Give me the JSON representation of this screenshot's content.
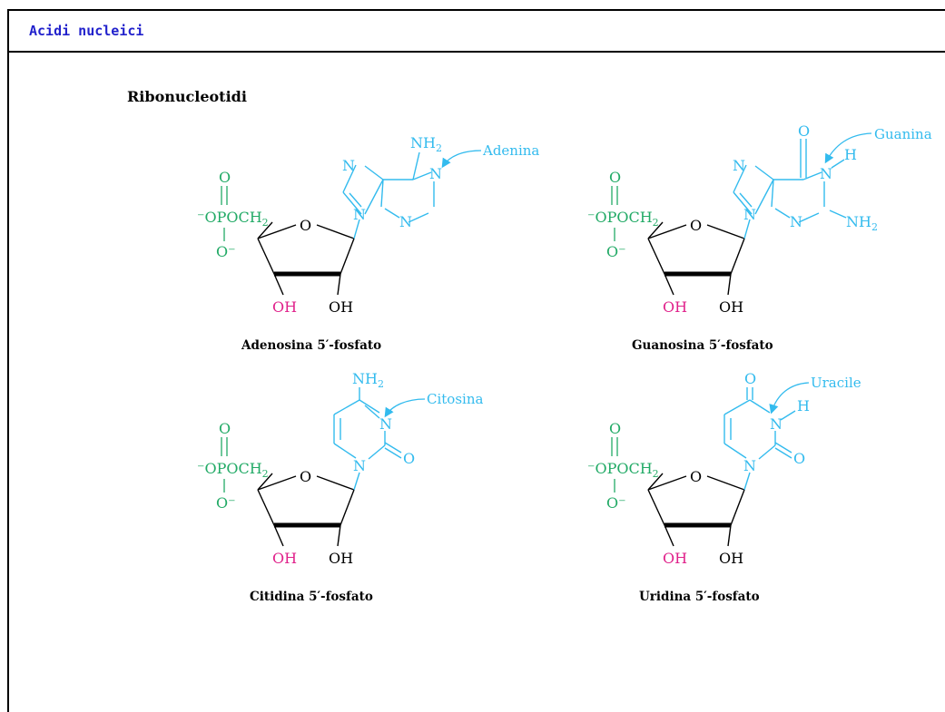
{
  "page": {
    "header_title": "Acidi nucleici",
    "section_title": "Ribonucleotidi"
  },
  "colors": {
    "base": "#33bbee",
    "phosphate": "#22aa66",
    "hydroxyl_3": "#e0208a",
    "black": "#000000"
  },
  "molecules": [
    {
      "caption": "Adenosina 5′-fosfato",
      "base_name": "Adenina",
      "phosphate": {
        "top": "O",
        "left": "⁻OPOCH",
        "sub": "2",
        "bottom": "O⁻"
      },
      "ring_o": "O",
      "oh3": "OH",
      "oh2": "OH",
      "atoms": {
        "nh2": "NH",
        "n1": "N",
        "n3": "N",
        "n7": "N",
        "n9": "N",
        "nh2_sub": "2"
      }
    },
    {
      "caption": "Guanosina 5′-fosfato",
      "base_name": "Guanina",
      "phosphate": {
        "top": "O",
        "left": "⁻OPOCH",
        "sub": "2",
        "bottom": "O⁻"
      },
      "ring_o": "O",
      "oh3": "OH",
      "oh2": "OH",
      "atoms": {
        "o6": "O",
        "n1": "N",
        "h1": "H",
        "n3": "N",
        "n7": "N",
        "n9": "N",
        "nh2": "NH",
        "nh2_sub": "2"
      }
    },
    {
      "caption": "Citidina 5′-fosfato",
      "base_name": "Citosina",
      "phosphate": {
        "top": "O",
        "left": "⁻OPOCH",
        "sub": "2",
        "bottom": "O⁻"
      },
      "ring_o": "O",
      "oh3": "OH",
      "oh2": "OH",
      "atoms": {
        "nh2": "NH",
        "nh2_sub": "2",
        "n3": "N",
        "n1": "N",
        "o2": "O"
      }
    },
    {
      "caption": "Uridina 5′-fosfato",
      "base_name": "Uracile",
      "phosphate": {
        "top": "O",
        "left": "⁻OPOCH",
        "sub": "2",
        "bottom": "O⁻"
      },
      "ring_o": "O",
      "oh3": "OH",
      "oh2": "OH",
      "atoms": {
        "o4": "O",
        "n3": "N",
        "h3": "H",
        "n1": "N",
        "o2": "O"
      }
    }
  ]
}
